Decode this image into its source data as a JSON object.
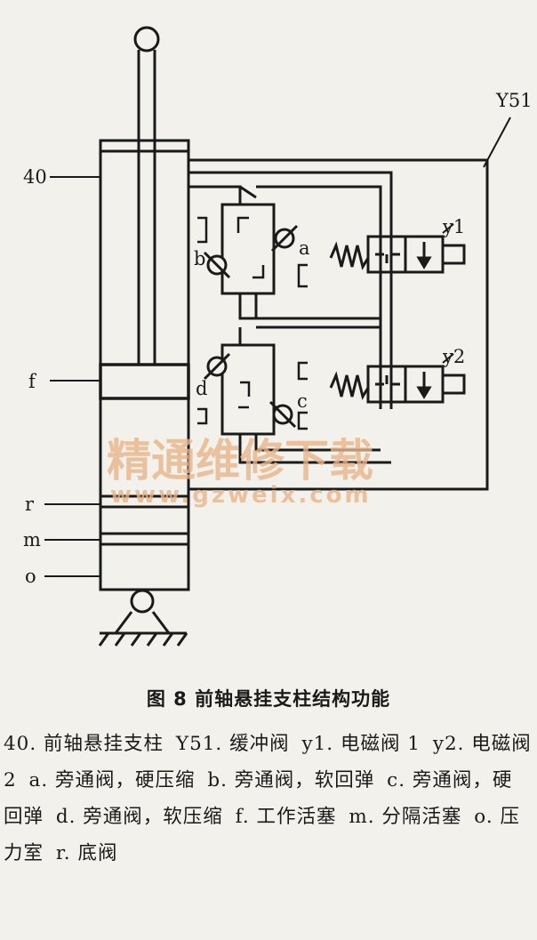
{
  "labels": {
    "y51": "Y51",
    "n40": "40",
    "y1": "y1",
    "y2": "y2",
    "a": "a",
    "b": "b",
    "c": "c",
    "d": "d",
    "f": "f",
    "r": "r",
    "m": "m",
    "o": "o"
  },
  "watermark": {
    "cn": "精通维修下载",
    "url": "www.gzweix.com"
  },
  "caption": {
    "title": "图 8   前轴悬挂支柱结构功能",
    "items": [
      "40. 前轴悬挂支柱",
      "Y51. 缓冲阀",
      "y1. 电磁阀 1",
      "y2. 电磁阀 2",
      "a. 旁通阀，硬压缩",
      "b. 旁通阀，软回弹",
      "c. 旁通阀，硬回弹",
      "d. 旁通阀，软压缩",
      "f. 工作活塞",
      "m. 分隔活塞",
      "o. 压力室",
      "r. 底阀"
    ]
  }
}
